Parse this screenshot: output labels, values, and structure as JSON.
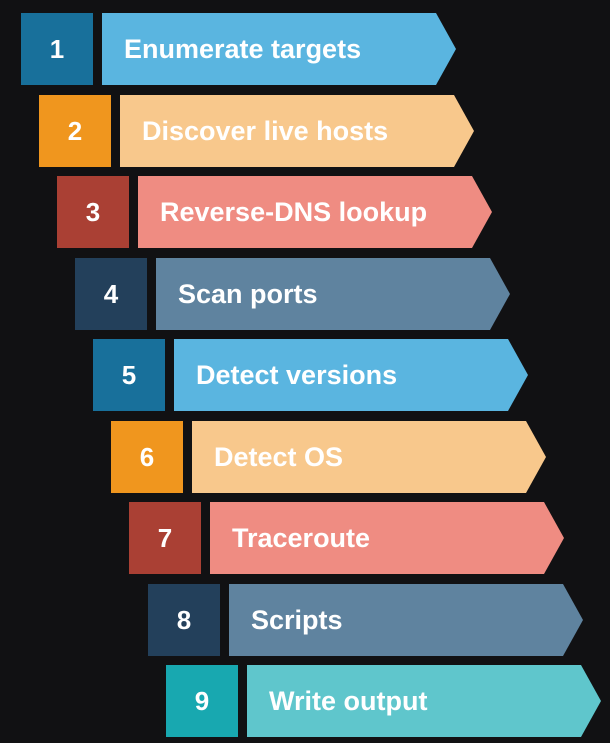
{
  "steps": [
    {
      "number": "1",
      "label": "Enumerate targets",
      "num_color": "#18709b",
      "label_color": "#5ab5e0"
    },
    {
      "number": "2",
      "label": "Discover live hosts",
      "num_color": "#f0961e",
      "label_color": "#f8c88c"
    },
    {
      "number": "3",
      "label": "Reverse-DNS lookup",
      "num_color": "#aa4034",
      "label_color": "#ef8c82"
    },
    {
      "number": "4",
      "label": "Scan ports",
      "num_color": "#23405b",
      "label_color": "#5f839f"
    },
    {
      "number": "5",
      "label": "Detect versions",
      "num_color": "#18709b",
      "label_color": "#5ab5e0"
    },
    {
      "number": "6",
      "label": "Detect OS",
      "num_color": "#f0961e",
      "label_color": "#f8c88c"
    },
    {
      "number": "7",
      "label": "Traceroute",
      "num_color": "#aa4034",
      "label_color": "#ef8c82"
    },
    {
      "number": "8",
      "label": "Scripts",
      "num_color": "#23405b",
      "label_color": "#5f839f"
    },
    {
      "number": "9",
      "label": "Write output",
      "num_color": "#18a8b0",
      "label_color": "#5fc6cc"
    }
  ]
}
